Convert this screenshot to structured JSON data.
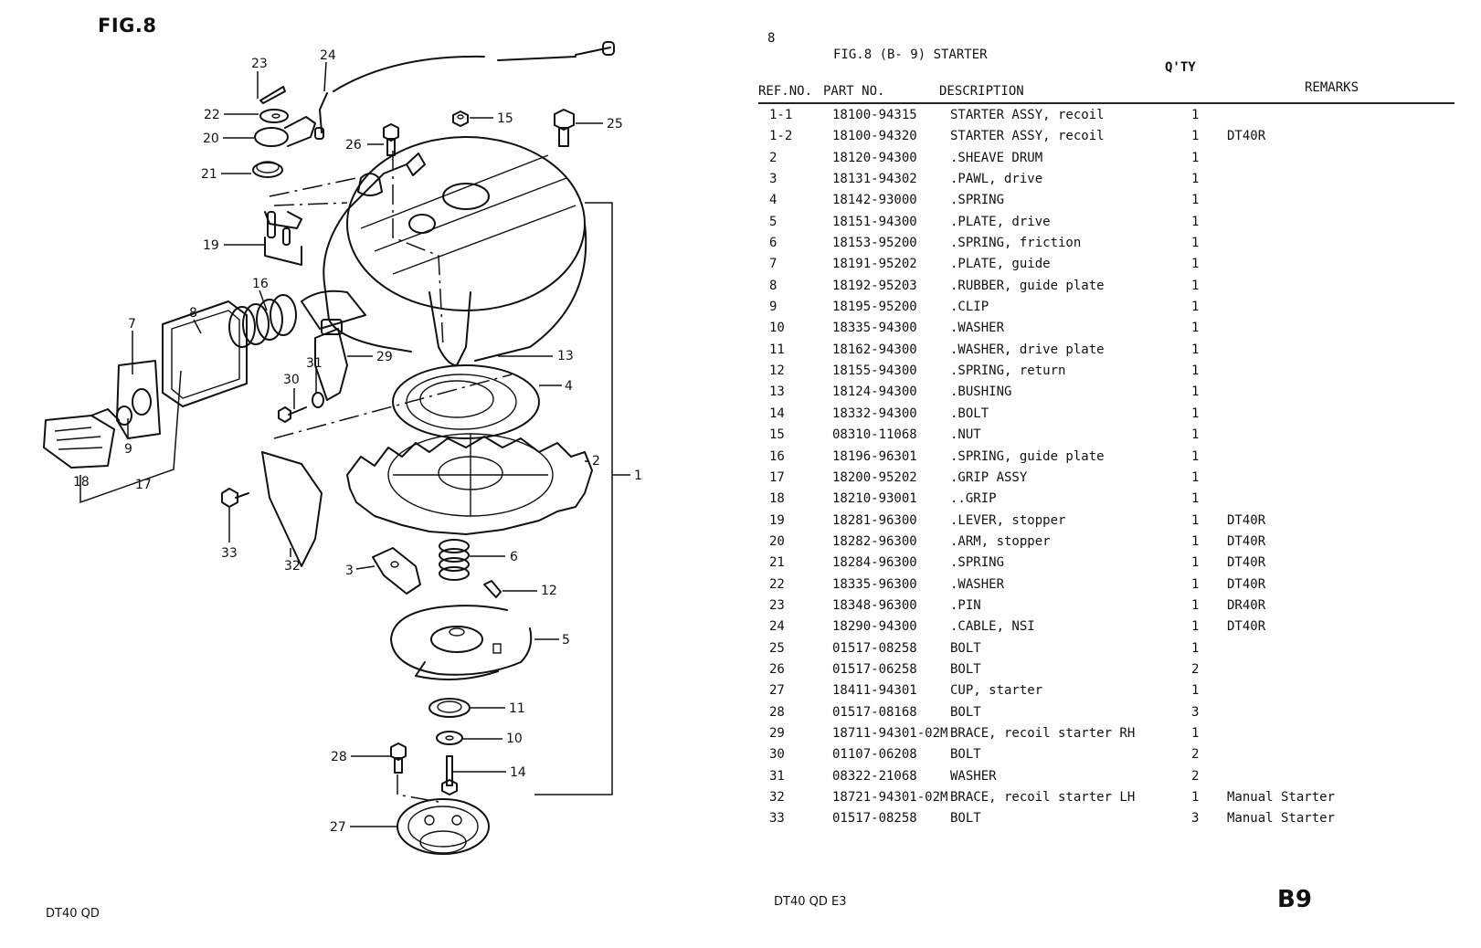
{
  "left_page": {
    "figure_label": "FIG.8",
    "footer": "DT40 QD",
    "callouts": [
      "1",
      "2",
      "3",
      "4",
      "5",
      "6",
      "7",
      "8",
      "9",
      "10",
      "11",
      "12",
      "13",
      "14",
      "15",
      "16",
      "17",
      "18",
      "19",
      "20",
      "21",
      "22",
      "23",
      "24",
      "25",
      "26",
      "27",
      "28",
      "29",
      "30",
      "31",
      "32",
      "33"
    ]
  },
  "right_page": {
    "page_number": "8",
    "section_title": "FIG.8  (B- 9) STARTER",
    "columns": {
      "ref_no": "REF.NO.",
      "part_no": "PART NO.",
      "description": "DESCRIPTION",
      "qty": "Q'TY",
      "remarks": "REMARKS"
    },
    "parts": [
      {
        "ref": "1-1",
        "part": "18100-94315",
        "desc": "STARTER ASSY, recoil",
        "qty": "1",
        "remarks": ""
      },
      {
        "ref": "1-2",
        "part": "18100-94320",
        "desc": "STARTER ASSY, recoil",
        "qty": "1",
        "remarks": "DT40R"
      },
      {
        "ref": "2",
        "part": "18120-94300",
        "desc": ".SHEAVE DRUM",
        "qty": "1",
        "remarks": ""
      },
      {
        "ref": "3",
        "part": "18131-94302",
        "desc": ".PAWL, drive",
        "qty": "1",
        "remarks": ""
      },
      {
        "ref": "4",
        "part": "18142-93000",
        "desc": ".SPRING",
        "qty": "1",
        "remarks": ""
      },
      {
        "ref": "5",
        "part": "18151-94300",
        "desc": ".PLATE, drive",
        "qty": "1",
        "remarks": ""
      },
      {
        "ref": "6",
        "part": "18153-95200",
        "desc": ".SPRING, friction",
        "qty": "1",
        "remarks": ""
      },
      {
        "ref": "7",
        "part": "18191-95202",
        "desc": ".PLATE, guide",
        "qty": "1",
        "remarks": ""
      },
      {
        "ref": "8",
        "part": "18192-95203",
        "desc": ".RUBBER, guide plate",
        "qty": "1",
        "remarks": ""
      },
      {
        "ref": "9",
        "part": "18195-95200",
        "desc": ".CLIP",
        "qty": "1",
        "remarks": ""
      },
      {
        "ref": "10",
        "part": "18335-94300",
        "desc": ".WASHER",
        "qty": "1",
        "remarks": ""
      },
      {
        "ref": "11",
        "part": "18162-94300",
        "desc": ".WASHER, drive plate",
        "qty": "1",
        "remarks": ""
      },
      {
        "ref": "12",
        "part": "18155-94300",
        "desc": ".SPRING, return",
        "qty": "1",
        "remarks": ""
      },
      {
        "ref": "13",
        "part": "18124-94300",
        "desc": ".BUSHING",
        "qty": "1",
        "remarks": ""
      },
      {
        "ref": "14",
        "part": "18332-94300",
        "desc": ".BOLT",
        "qty": "1",
        "remarks": ""
      },
      {
        "ref": "15",
        "part": "08310-11068",
        "desc": ".NUT",
        "qty": "1",
        "remarks": ""
      },
      {
        "ref": "16",
        "part": "18196-96301",
        "desc": ".SPRING, guide plate",
        "qty": "1",
        "remarks": ""
      },
      {
        "ref": "17",
        "part": "18200-95202",
        "desc": ".GRIP ASSY",
        "qty": "1",
        "remarks": ""
      },
      {
        "ref": "18",
        "part": "18210-93001",
        "desc": "..GRIP",
        "qty": "1",
        "remarks": ""
      },
      {
        "ref": "19",
        "part": "18281-96300",
        "desc": ".LEVER, stopper",
        "qty": "1",
        "remarks": "DT40R"
      },
      {
        "ref": "20",
        "part": "18282-96300",
        "desc": ".ARM, stopper",
        "qty": "1",
        "remarks": "DT40R"
      },
      {
        "ref": "21",
        "part": "18284-96300",
        "desc": ".SPRING",
        "qty": "1",
        "remarks": "DT40R"
      },
      {
        "ref": "22",
        "part": "18335-96300",
        "desc": ".WASHER",
        "qty": "1",
        "remarks": "DT40R"
      },
      {
        "ref": "23",
        "part": "18348-96300",
        "desc": ".PIN",
        "qty": "1",
        "remarks": "DR40R"
      },
      {
        "ref": "24",
        "part": "18290-94300",
        "desc": ".CABLE, NSI",
        "qty": "1",
        "remarks": "DT40R"
      },
      {
        "ref": "25",
        "part": "01517-08258",
        "desc": "BOLT",
        "qty": "1",
        "remarks": ""
      },
      {
        "ref": "26",
        "part": "01517-06258",
        "desc": "BOLT",
        "qty": "2",
        "remarks": ""
      },
      {
        "ref": "27",
        "part": "18411-94301",
        "desc": "CUP, starter",
        "qty": "1",
        "remarks": ""
      },
      {
        "ref": "28",
        "part": "01517-08168",
        "desc": "BOLT",
        "qty": "3",
        "remarks": ""
      },
      {
        "ref": "29",
        "part": "18711-94301-02M",
        "desc": "BRACE, recoil starter RH",
        "qty": "1",
        "remarks": ""
      },
      {
        "ref": "30",
        "part": "01107-06208",
        "desc": "BOLT",
        "qty": "2",
        "remarks": ""
      },
      {
        "ref": "31",
        "part": "08322-21068",
        "desc": "WASHER",
        "qty": "2",
        "remarks": ""
      },
      {
        "ref": "32",
        "part": "18721-94301-02M",
        "desc": "BRACE, recoil starter LH",
        "qty": "1",
        "remarks": "Manual Starter"
      },
      {
        "ref": "33",
        "part": "01517-08258",
        "desc": "BOLT",
        "qty": "3",
        "remarks": "Manual Starter"
      }
    ],
    "footer": "DT40 QD E3",
    "page_code": "B9"
  }
}
